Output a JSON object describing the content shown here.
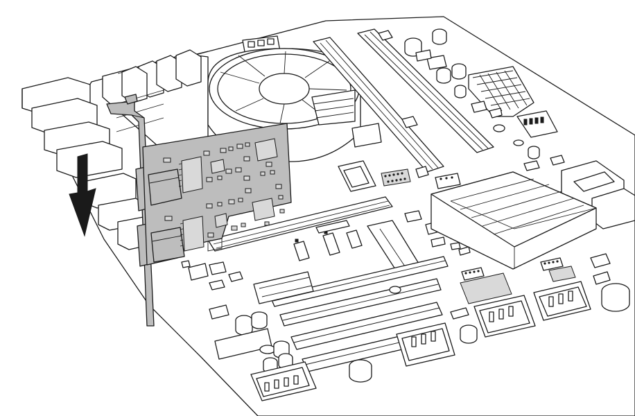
{
  "figure": {
    "background": "#ffffff",
    "line_color": "#1a1a1a",
    "card_color": "#bdbdbd",
    "arrow_color": "#111111",
    "arrow_direction": "down",
    "components": [
      "motherboard",
      "cpu-cooler-fan",
      "expansion-card",
      "mounting-bracket",
      "pcie-slot",
      "pci-slots",
      "memory-slots",
      "chipset-heatsink",
      "rear-io-ports",
      "power-connector"
    ]
  }
}
